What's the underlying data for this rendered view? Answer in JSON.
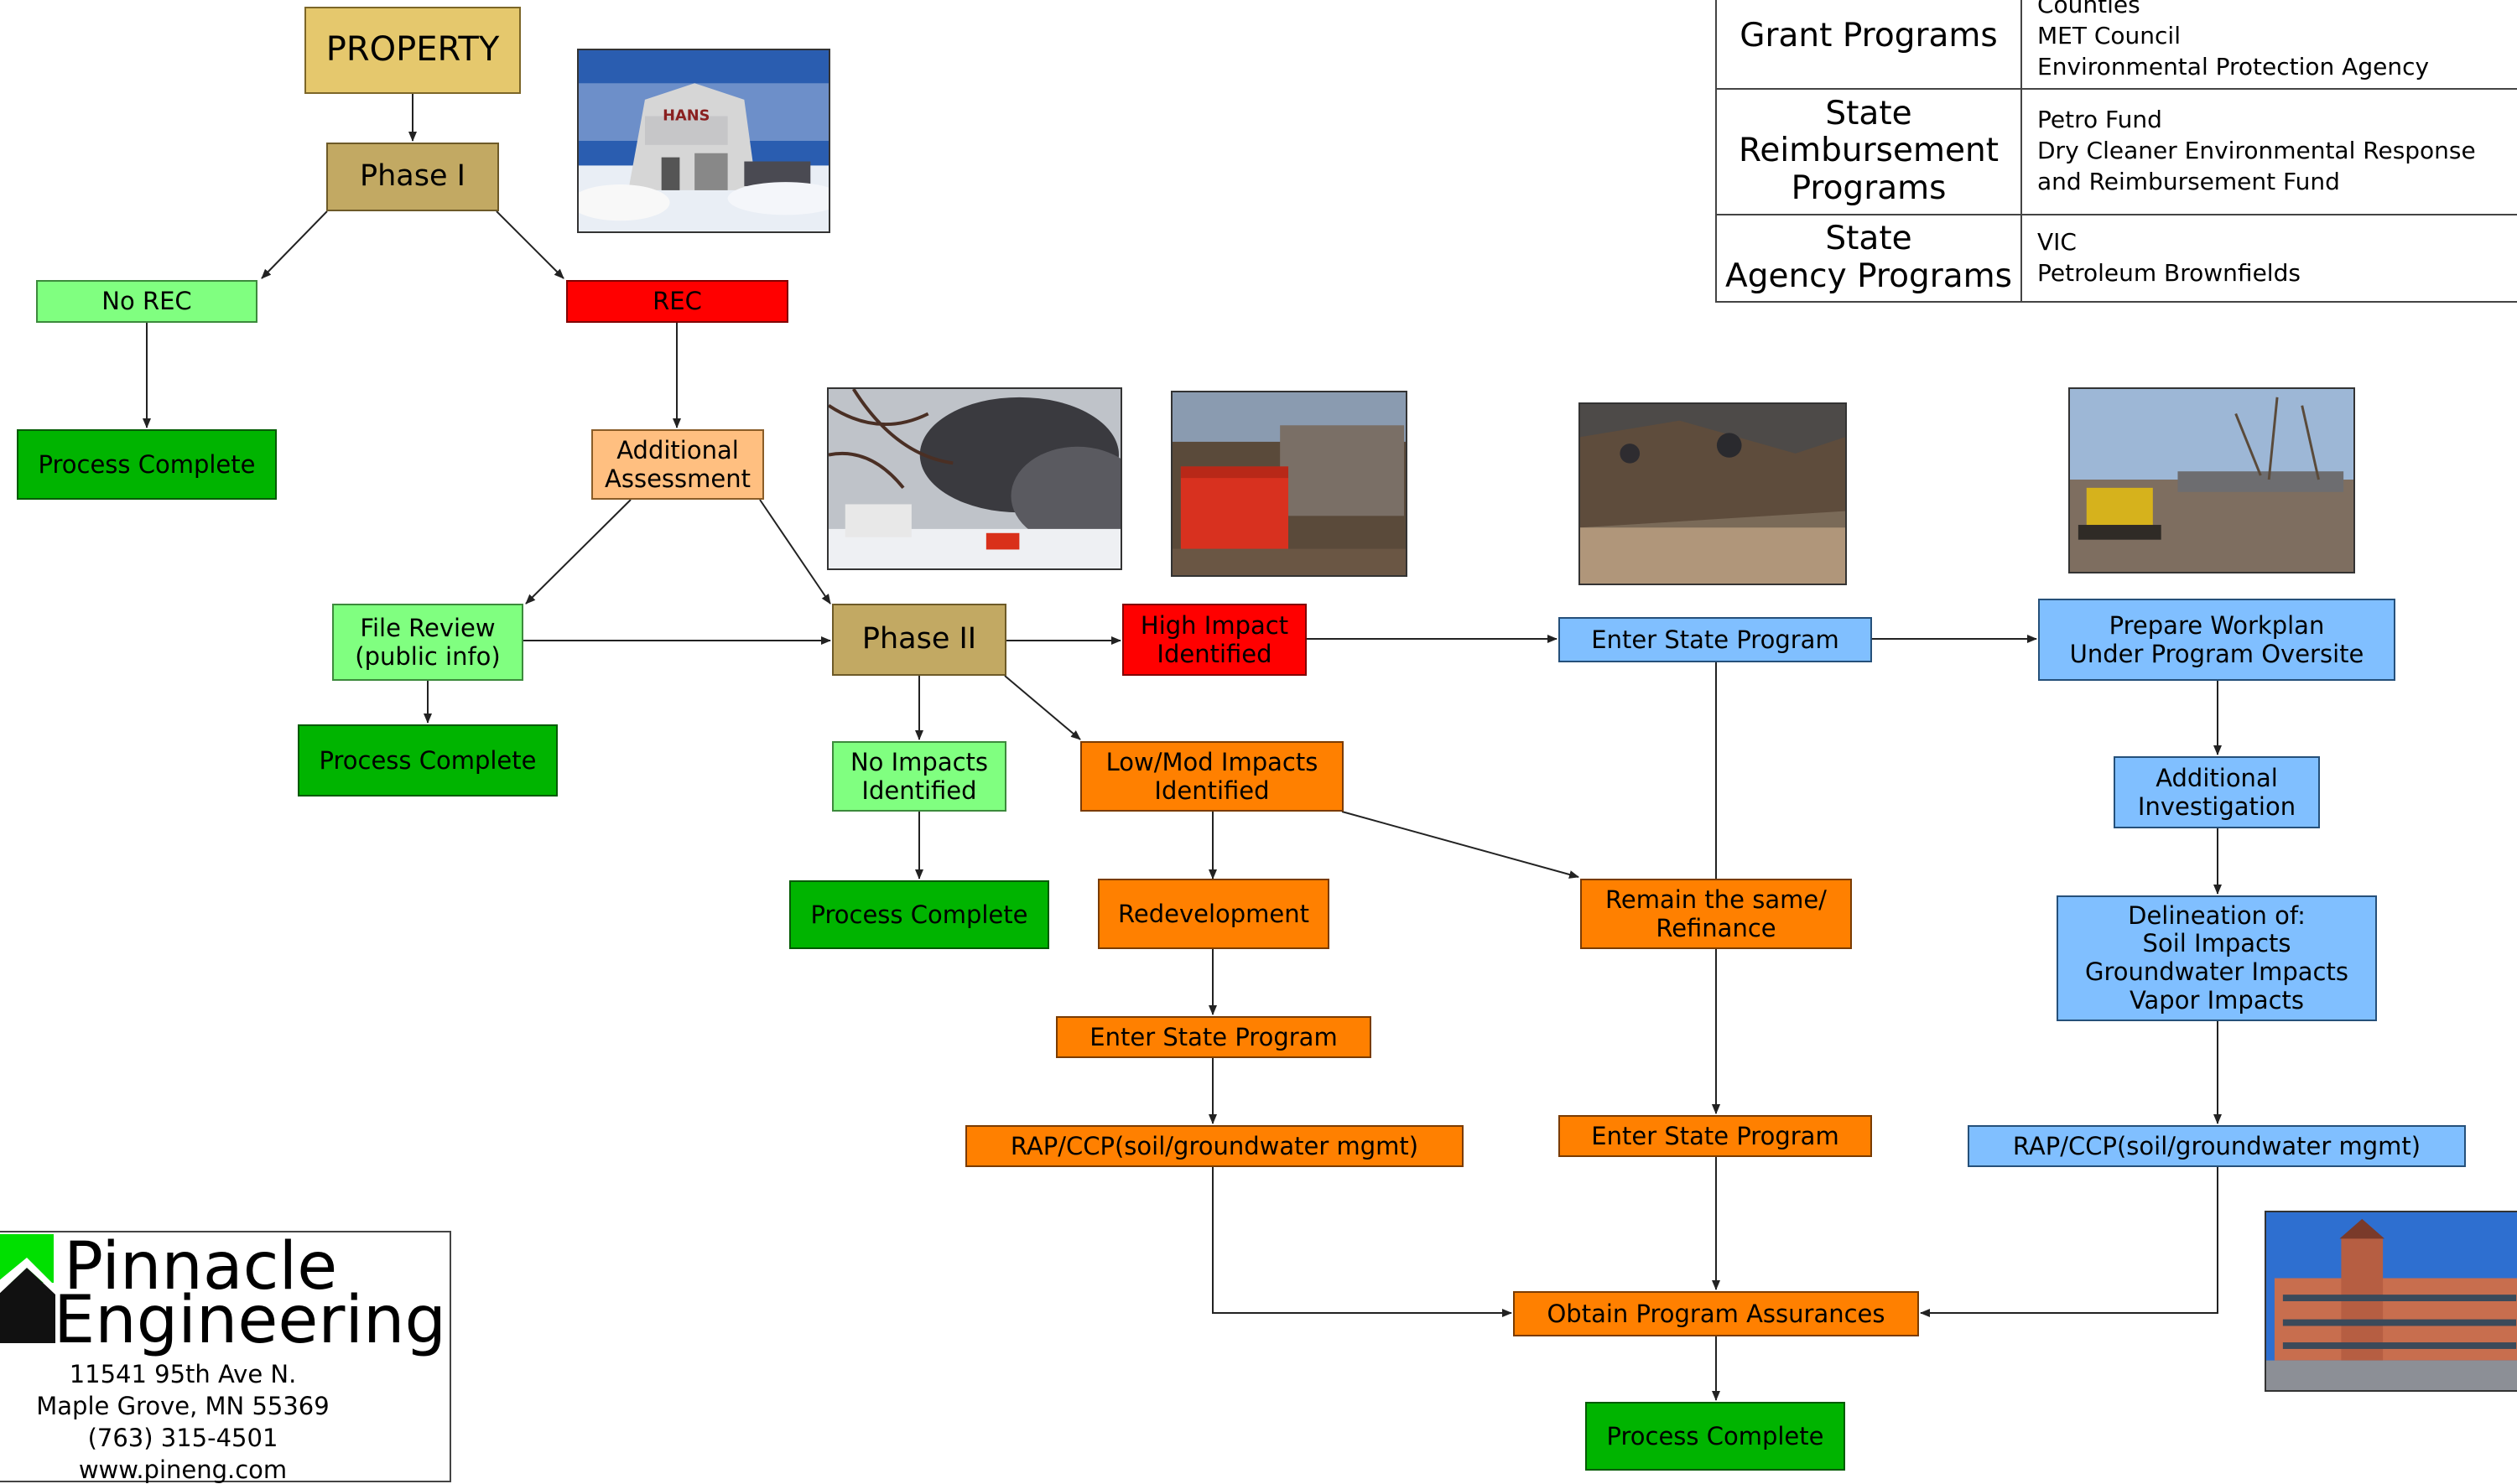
{
  "flow": {
    "property": "PROPERTY",
    "phase1": "Phase I",
    "no_rec": "No REC",
    "rec": "REC",
    "complete_1": "Process Complete",
    "additional_assessment": "Additional\nAssessment",
    "file_review": "File Review\n(public info)",
    "complete_2": "Process Complete",
    "phase2": "Phase II",
    "high_impact": "High Impact\nIdentified",
    "no_impacts": "No Impacts\nIdentified",
    "complete_3": "Process Complete",
    "low_mod": "Low/Mod Impacts\nIdentified",
    "redevelopment": "Redevelopment",
    "enter_state_orange_1": "Enter State Program",
    "rap_orange": "RAP/CCP(soil/groundwater mgmt)",
    "remain_same": "Remain the same/\nRefinance",
    "enter_state_orange_2": "Enter State Program",
    "enter_state_blue": "Enter State Program",
    "obtain_assurances": "Obtain Program Assurances",
    "complete_4": "Process Complete",
    "prepare_workplan": "Prepare Workplan\nUnder Program Oversite",
    "additional_investigation": "Additional\nInvestigation",
    "delineation": "Delineation of:\nSoil Impacts\nGroundwater Impacts\nVapor Impacts",
    "rap_blue": "RAP/CCP(soil/groundwater mgmt)"
  },
  "programs": [
    {
      "heading": "Grant Programs",
      "items": [
        "Counties",
        "MET Council",
        "Environmental Protection Agency"
      ]
    },
    {
      "heading": "State\nReimbursement\nPrograms",
      "items": [
        "Petro Fund",
        "Dry Cleaner Environmental Response\n  and Reimbursement Fund"
      ]
    },
    {
      "heading": "State\nAgency Programs",
      "items": [
        "VIC",
        "Petroleum Brownfields"
      ]
    }
  ],
  "company": {
    "name_line1": "Pinnacle",
    "name_line2": "Engineering",
    "address1": "11541 95th Ave N.",
    "address2": "Maple Grove, MN  55369",
    "phone": "(763) 315-4501",
    "web": "www.pineng.com",
    "sign_text": "HANS"
  },
  "colors": {
    "tan": "#c2a963",
    "light_green": "#80ff80",
    "dark_green": "#00b400",
    "red": "#ff0000",
    "peach": "#ffbf80",
    "orange": "#ff8000",
    "blue": "#80bfff",
    "logo_green": "#00e000"
  }
}
